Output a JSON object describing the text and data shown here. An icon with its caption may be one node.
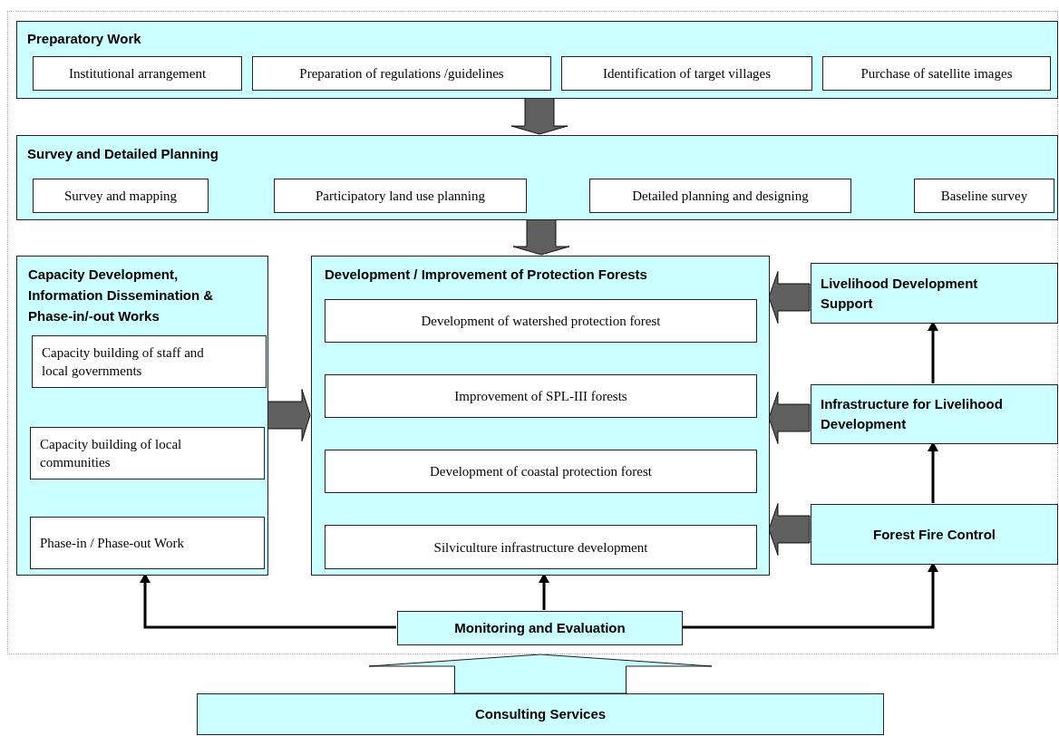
{
  "diagram": {
    "nodes": [
      {
        "text": [],
        "shape": "box"
      },
      {
        "text": [
          "Preparatory Work"
        ],
        "in": 0
      },
      {
        "text": [
          "Institutional arrangement"
        ],
        "in": 1
      },
      {
        "text": [
          "Preparation of regulations /guidelines"
        ],
        "in": 1
      },
      {
        "text": [
          "Identification of target villages"
        ],
        "in": 1
      },
      {
        "text": [
          "Purchase of satellite images"
        ],
        "in": 1
      },
      {
        "text": [
          "Survey and Detailed Planning"
        ],
        "in": 0
      },
      {
        "text": [
          "Survey and mapping"
        ],
        "in": 6
      },
      {
        "text": [
          "Participatory land use planning"
        ],
        "in": 6
      },
      {
        "text": [
          "Detailed planning and designing"
        ],
        "in": 6
      },
      {
        "text": [
          "Baseline survey"
        ],
        "in": 6
      },
      {
        "text": [
          "Capacity Development, Information Dissemination & Phase-in/-out Works"
        ],
        "in": 0
      },
      {
        "text": [
          "Capacity building of staff and local governments"
        ],
        "in": 11
      },
      {
        "text": [
          "Capacity building of local communities"
        ],
        "in": 11
      },
      {
        "text": [
          "Phase-in / Phase-out Work"
        ],
        "in": 11
      },
      {
        "text": [
          "Development / Improvement of Protection Forests"
        ],
        "in": 0
      },
      {
        "text": [
          "Development of watershed protection forest"
        ],
        "in": 15
      },
      {
        "text": [
          "Improvement of SPL-III forests"
        ],
        "in": 15
      },
      {
        "text": [
          "Development of coastal protection forest"
        ],
        "in": 15
      },
      {
        "text": [
          "Silviculture infrastructure development"
        ],
        "in": 15
      },
      {
        "text": [
          "Livelihood Development Support"
        ],
        "in": 0
      },
      {
        "text": [
          "Infrastructure for Livelihood Development"
        ],
        "in": 0
      },
      {
        "text": [
          "Forest Fire Control"
        ],
        "in": 0
      },
      {
        "text": [
          "Monitoring and Evaluation"
        ],
        "in": 0
      },
      {
        "text": [
          "Consulting Services"
        ]
      }
    ],
    "edges": [
      {
        "from": 1,
        "to": 6,
        "arrow": "to",
        "style": "thick"
      },
      {
        "from": 6,
        "to": 15,
        "arrow": "to",
        "style": "thick"
      },
      {
        "from": 11,
        "to": 15,
        "arrow": "to",
        "style": "thick"
      },
      {
        "from": 20,
        "to": 15,
        "arrow": "to",
        "style": "thick"
      },
      {
        "from": 21,
        "to": 15,
        "arrow": "to",
        "style": "thick"
      },
      {
        "from": 22,
        "to": 15,
        "arrow": "to",
        "style": "thick"
      },
      {
        "from": 22,
        "to": 21,
        "arrow": "to"
      },
      {
        "from": 21,
        "to": 20,
        "arrow": "to"
      },
      {
        "from": 23,
        "to": 11,
        "arrow": "to"
      },
      {
        "from": 23,
        "to": 15,
        "arrow": "to"
      },
      {
        "from": 23,
        "to": 22,
        "arrow": "to"
      },
      {
        "from": 24,
        "to": 0,
        "arrow": "to",
        "style": "thick",
        "color": "#ccffff"
      }
    ]
  }
}
